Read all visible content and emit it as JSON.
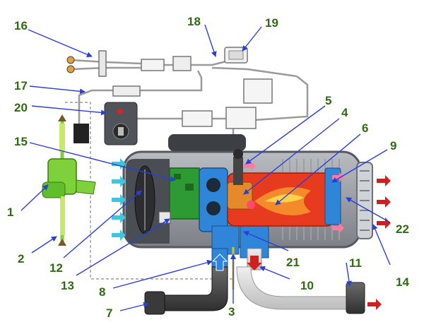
{
  "callouts": [
    {
      "id": "1",
      "text": "1"
    },
    {
      "id": "2",
      "text": "2"
    },
    {
      "id": "3",
      "text": "3"
    },
    {
      "id": "4",
      "text": "4"
    },
    {
      "id": "5",
      "text": "5"
    },
    {
      "id": "6",
      "text": "6"
    },
    {
      "id": "7",
      "text": "7"
    },
    {
      "id": "8",
      "text": "8"
    },
    {
      "id": "9",
      "text": "9"
    },
    {
      "id": "10",
      "text": "10"
    },
    {
      "id": "11",
      "text": "11"
    },
    {
      "id": "12",
      "text": "12"
    },
    {
      "id": "13",
      "text": "13"
    },
    {
      "id": "14",
      "text": "14"
    },
    {
      "id": "15",
      "text": "15"
    },
    {
      "id": "16",
      "text": "16"
    },
    {
      "id": "17",
      "text": "17"
    },
    {
      "id": "18",
      "text": "18"
    },
    {
      "id": "19",
      "text": "19"
    },
    {
      "id": "20",
      "text": "20"
    },
    {
      "id": "21",
      "text": "21"
    },
    {
      "id": "22",
      "text": "22"
    }
  ],
  "colors": {
    "label": "#2e6b12",
    "leader": "#2a3fd6",
    "housing": "#8f9399",
    "housing_dark": "#55595e",
    "exchanger": "#c9ccd0",
    "combustion_flame": "#e63b1f",
    "blower_plate": "#2e9a34",
    "water_jacket": "#2f86d8",
    "glow_plug": "#e58a2a",
    "fuel_pump": "#7fd13b",
    "intake_arrow": "#3fc6de",
    "outlet_arrow": "#cf2020",
    "hose": "#444444",
    "pipe": "#cfcfcf"
  },
  "icons": [
    "fuel-pump",
    "control-switch",
    "wiring-harness",
    "fuse-holder",
    "connector-plug",
    "heater-core",
    "blower-fan",
    "water-pump",
    "glow-plug",
    "combustion-chamber",
    "exhaust-pipe",
    "fuel-line",
    "air-intake-arrow",
    "hot-air-arrow",
    "water-flow-arrow"
  ]
}
